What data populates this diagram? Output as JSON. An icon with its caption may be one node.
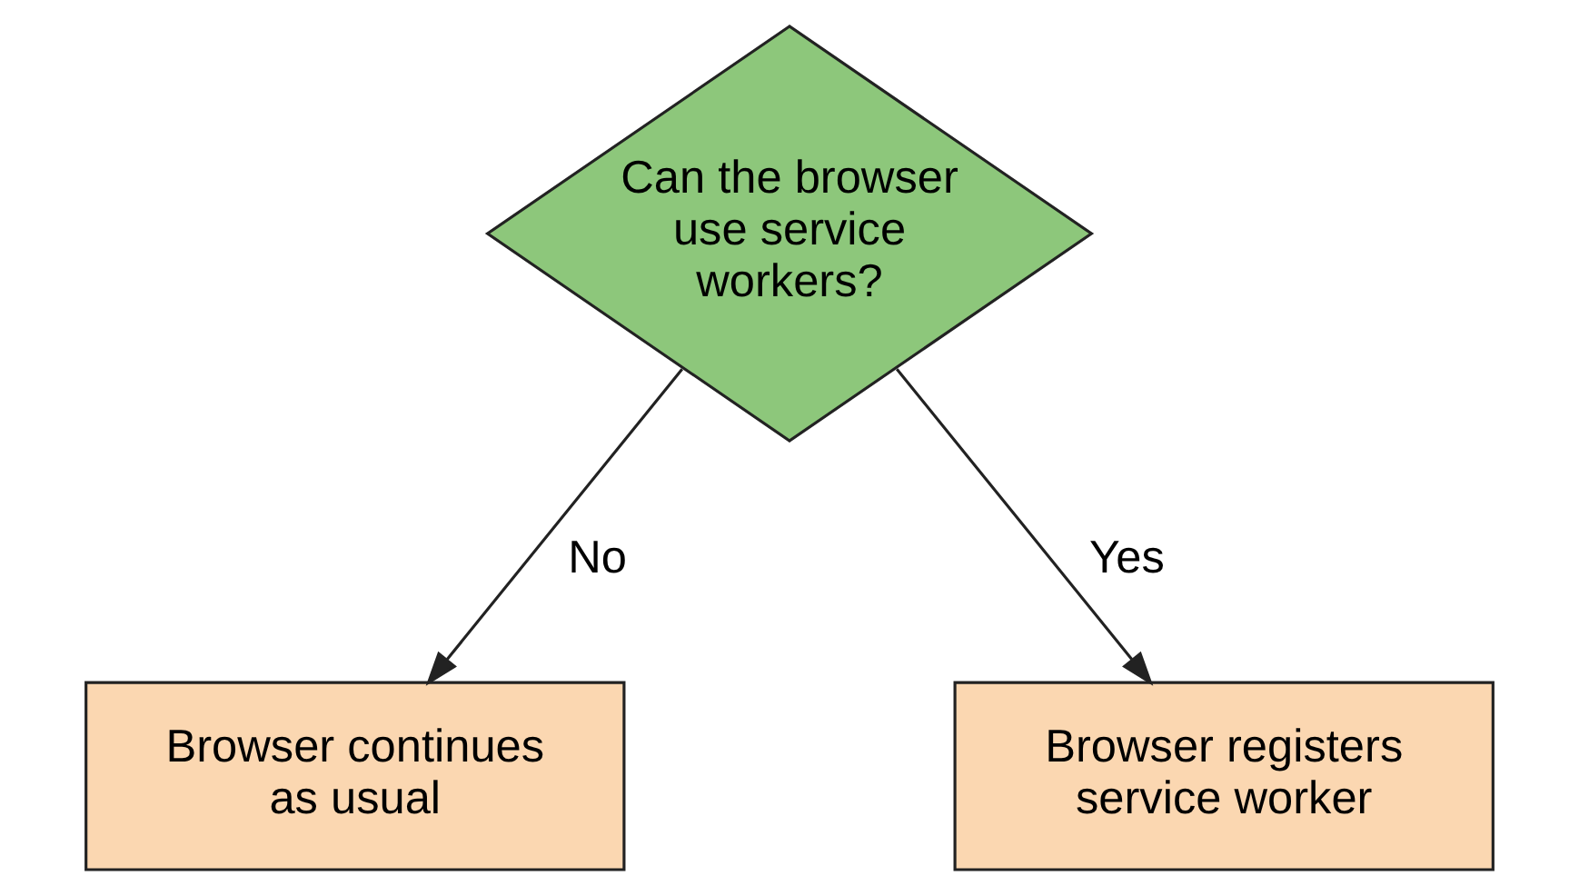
{
  "diagram": {
    "nodes": [
      {
        "text": [
          "Can the browser use service workers?"
        ]
      },
      {
        "text": [
          "Browser continues as usual"
        ]
      },
      {
        "text": [
          "Browser registers service worker"
        ]
      }
    ],
    "edges": [
      {
        "from": 0,
        "to": 1,
        "arrow": "to",
        "label": "No"
      },
      {
        "from": 0,
        "to": 2,
        "arrow": "to",
        "label": "Yes"
      }
    ]
  }
}
